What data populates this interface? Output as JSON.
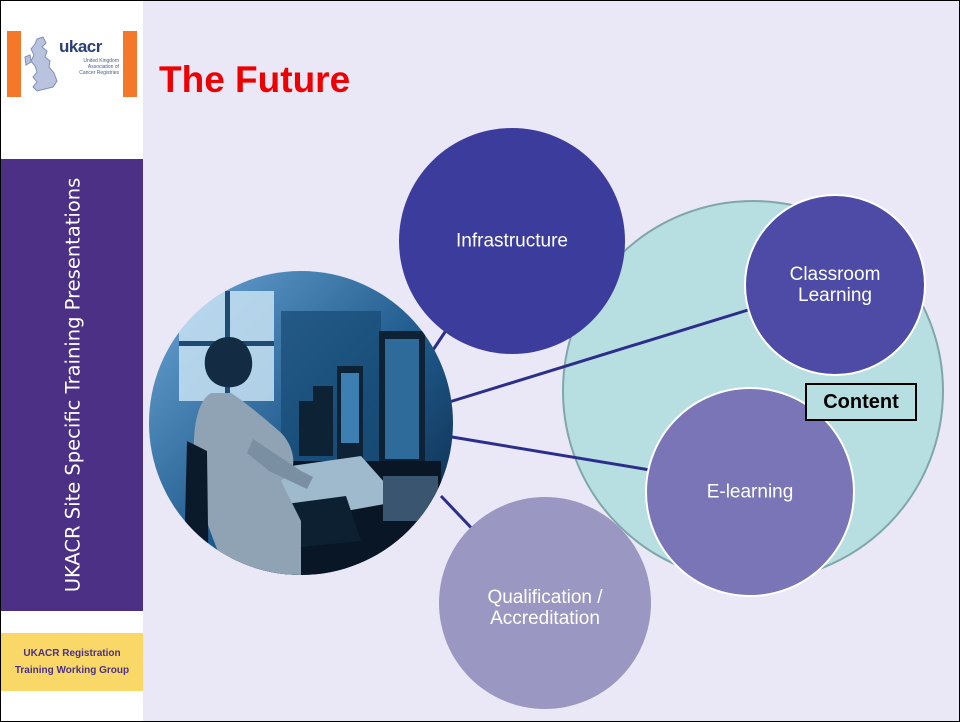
{
  "sidebar": {
    "logo": {
      "word": "ukacr",
      "small_lines": [
        "United Kingdom",
        "Association of",
        "Cancer Registries"
      ]
    },
    "vertical_title": "UKACR Site Specific Training Presentations",
    "group_label_line1": "UKACR Registration",
    "group_label_line2": "Training Working Group"
  },
  "slide": {
    "title": "The Future"
  },
  "diagram": {
    "nodes": {
      "infrastructure": "Infrastructure",
      "classroom_line1": "Classroom",
      "classroom_line2": "Learning",
      "elearning": "E-learning",
      "qualification_line1": "Qualification /",
      "qualification_line2": "Accreditation",
      "content": "Content"
    },
    "photo": {
      "icon": "person-at-computer-photo"
    },
    "colors": {
      "infrastructure": "#3c3c9c",
      "classroom": "#4d4ba6",
      "elearning": "#7a75b6",
      "qualification": "#9a97c2",
      "content_circle": "#b7dee0",
      "connector": "#2d2d8c",
      "title": "#ee0000",
      "sidebar_band": "#4b3086",
      "sidebar_box": "#f9d868"
    }
  }
}
